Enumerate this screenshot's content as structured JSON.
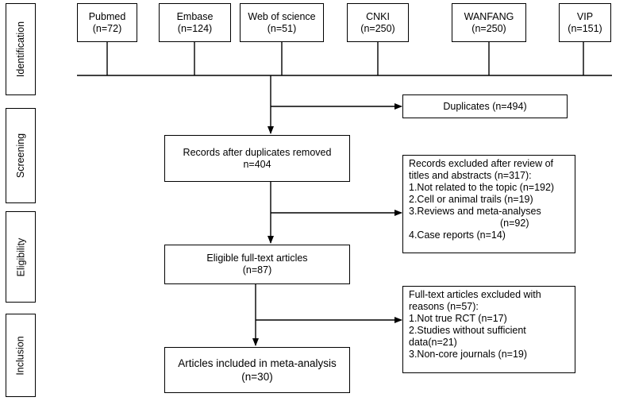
{
  "stages": [
    "Identification",
    "Screening",
    "Eligibility",
    "Inclusion"
  ],
  "sources": [
    {
      "name": "Pubmed",
      "count": "(n=72)"
    },
    {
      "name": "Embase",
      "count": "(n=124)"
    },
    {
      "name": "Web of science",
      "count": "(n=51)"
    },
    {
      "name": "CNKI",
      "count": "(n=250)"
    },
    {
      "name": "WANFANG",
      "count": "(n=250)"
    },
    {
      "name": "VIP",
      "count": "(n=151)"
    }
  ],
  "duplicates": "Duplicates (n=494)",
  "after_duplicates": {
    "line1": "Records after duplicates removed",
    "line2": "n=404"
  },
  "excluded_titles": {
    "lines": [
      "Records excluded after review of",
      "titles and abstracts (n=317):",
      "1.Not related to the topic (n=192)",
      "2.Cell or animal trails (n=19)",
      "3.Reviews and meta-analyses",
      "(n=92)",
      "4.Case reports (n=14)"
    ]
  },
  "eligible": {
    "line1": "Eligible full-text articles",
    "line2": "(n=87)"
  },
  "excluded_fulltext": {
    "lines": [
      "Full-text articles excluded with",
      "reasons  (n=57):",
      "1.Not true RCT (n=17)",
      "2.Studies without sufficient",
      "data(n=21)",
      "3.Non-core journals (n=19)"
    ]
  },
  "included": {
    "line1": "Articles included in meta-analysis",
    "line2": "(n=30)"
  }
}
